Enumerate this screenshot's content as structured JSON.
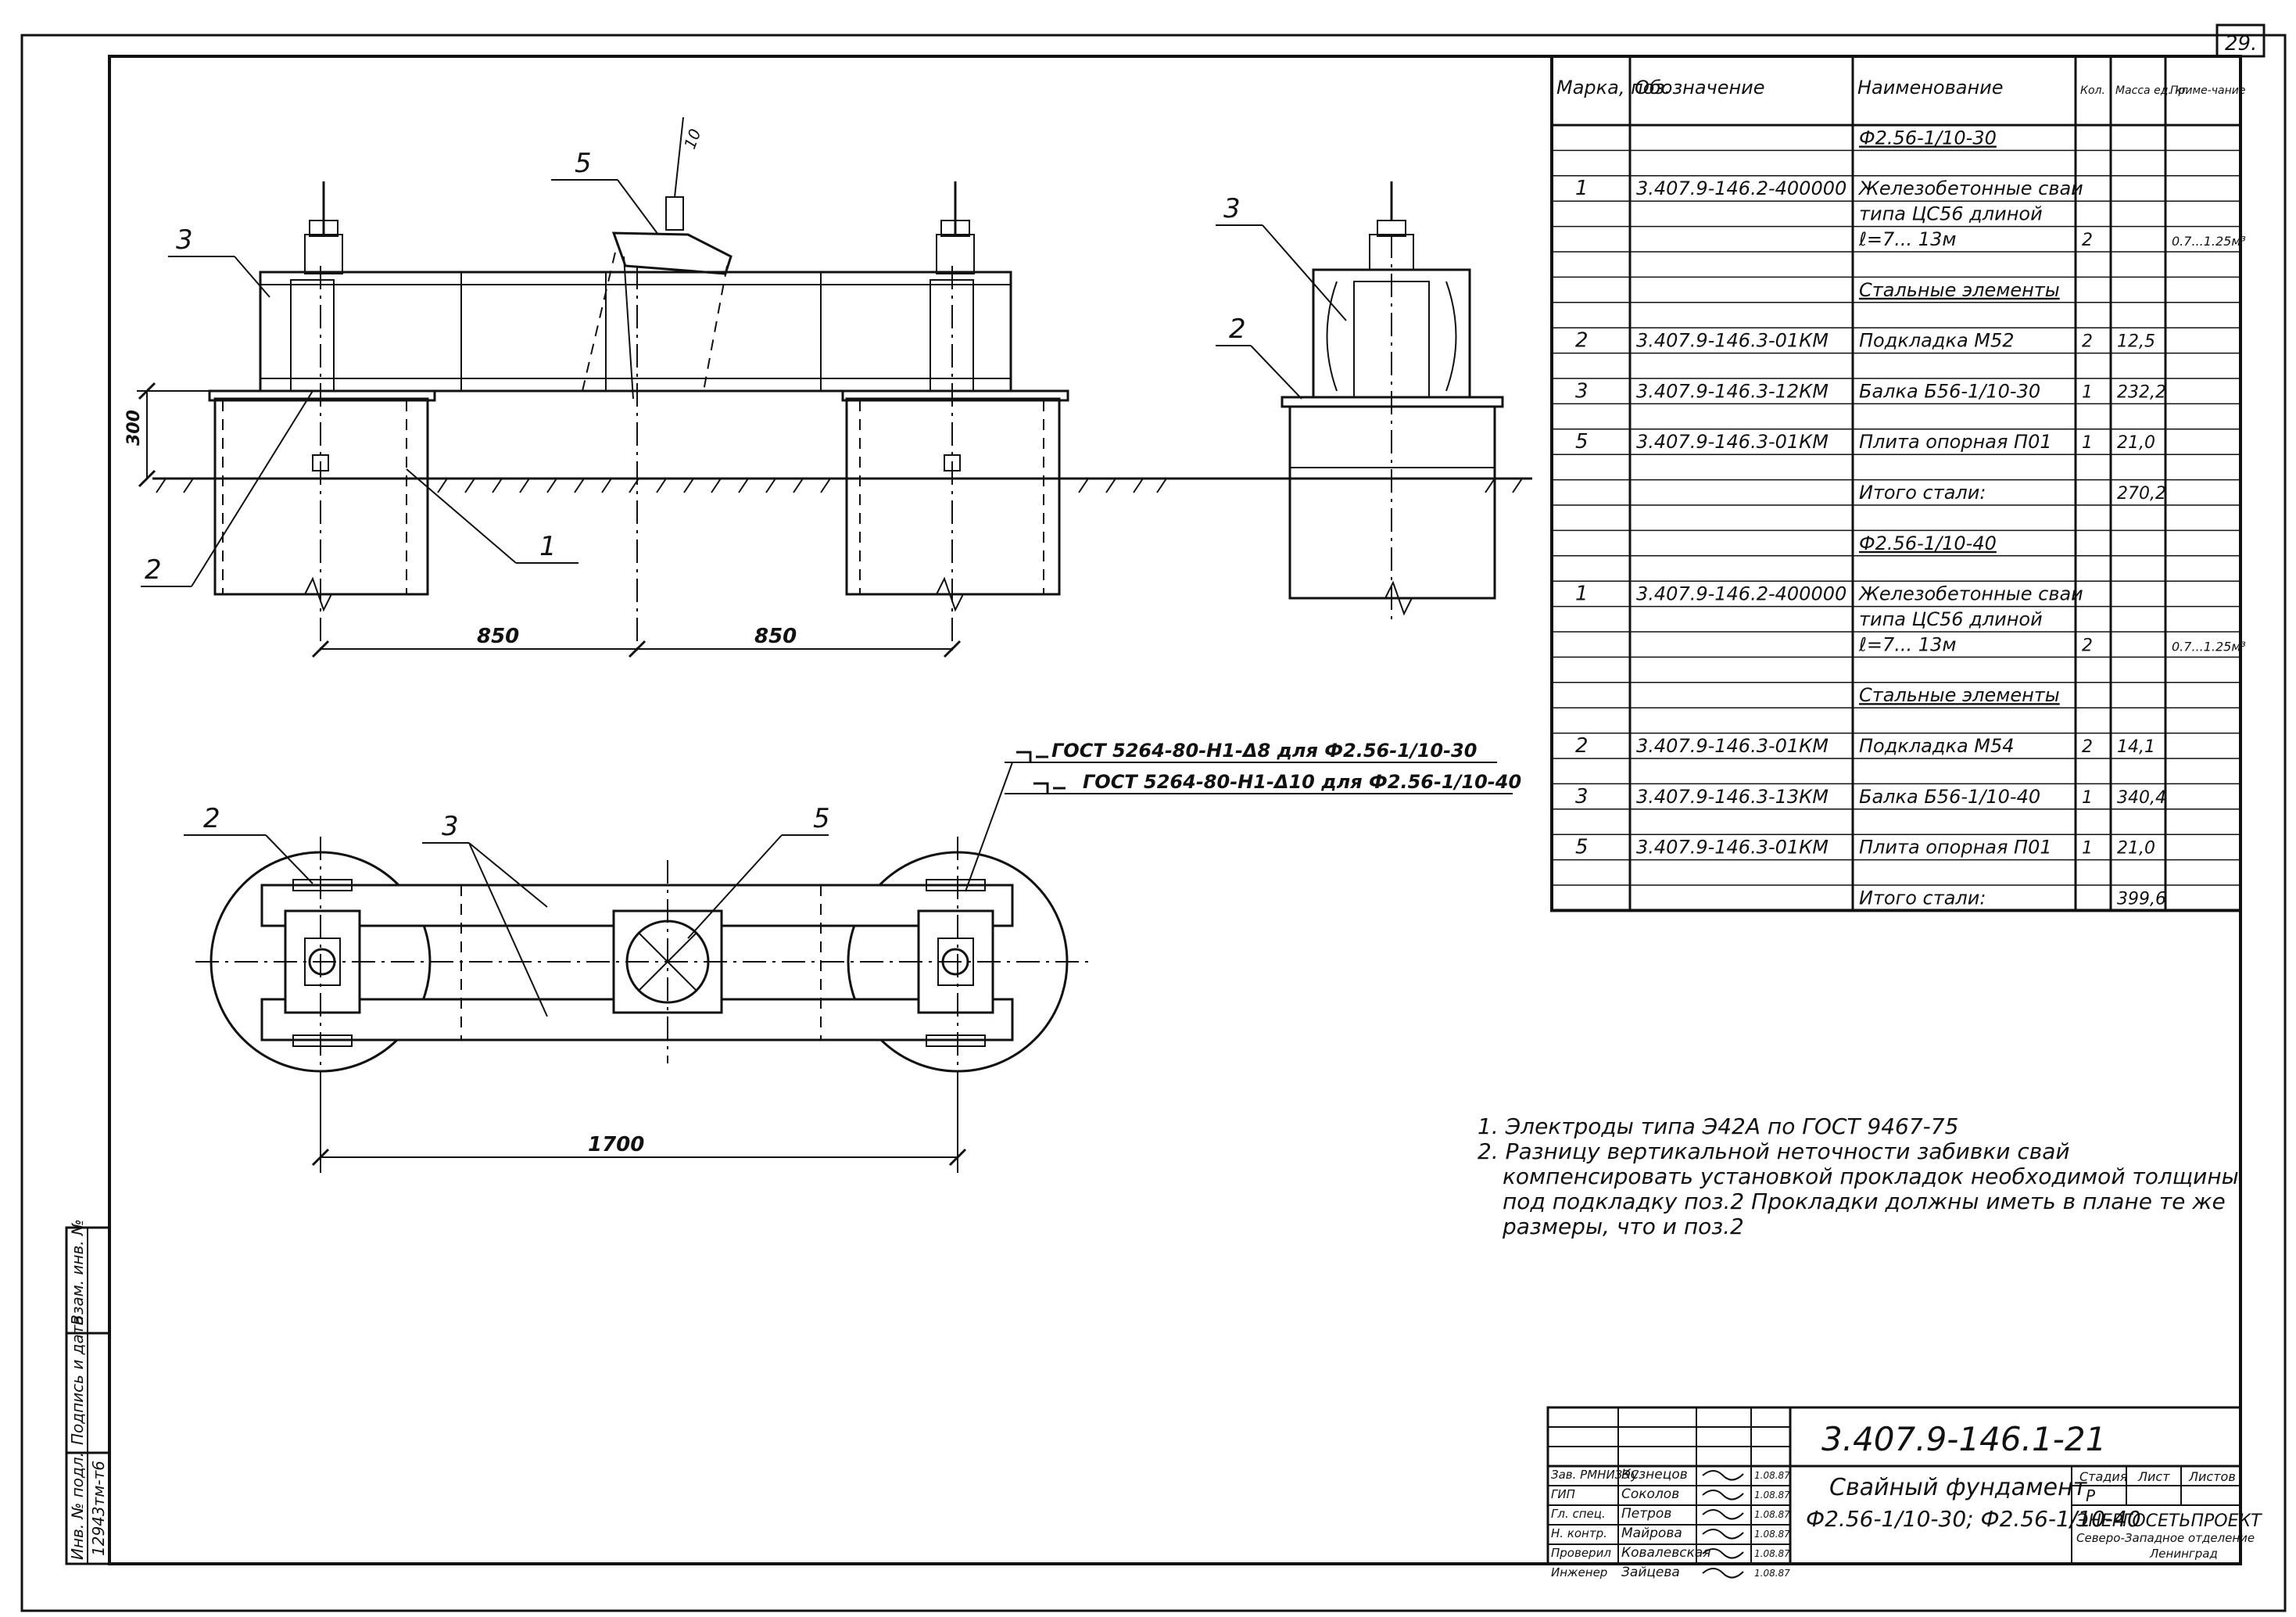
{
  "sheet": {
    "page_number": "29.",
    "designation": "3.407.9-146.1-21",
    "title_line1": "Свайный фундамент",
    "title_line2": "Ф2.56-1/10-30; Ф2.56-1/10-40",
    "stage_header": "Стадия",
    "sheet_header": "Лист",
    "sheets_header": "Листов",
    "stage": "Р",
    "organization_line1": "ЭНЕРГОСЕТЬПРОЕКТ",
    "organization_line2": "Северо-Западное отделение",
    "organization_line3": "Ленинград"
  },
  "signatures": [
    {
      "role": "Зав. РМНИЗЭС",
      "name": "Кузнецов",
      "date": "1.08.87"
    },
    {
      "role": "ГИП",
      "name": "Соколов",
      "date": "1.08.87"
    },
    {
      "role": "Гл. спец.",
      "name": "Петров",
      "date": "1.08.87"
    },
    {
      "role": "Н. контр.",
      "name": "Майрова",
      "date": "1.08.87"
    },
    {
      "role": "Проверил",
      "name": "Ковалевская",
      "date": "1.08.87"
    },
    {
      "role": "Инженер",
      "name": "Зайцева",
      "date": "1.08.87"
    }
  ],
  "side_stamp": {
    "inv_label": "Инв. № подл.",
    "inv_value": "12943тм-т6",
    "sign_label": "Подпись и дата",
    "replace_label": "Взам. инв. №"
  },
  "spec_table": {
    "headers": [
      "Марка, поз.",
      "Обозначение",
      "Наименование",
      "Кол.",
      "Масса ед. кг",
      "Приме-чание"
    ],
    "rows": [
      {
        "mark": "",
        "designation": "",
        "name": "Ф2.56-1/10-30",
        "qty": "",
        "mass": "",
        "note": "",
        "underline": true
      },
      {
        "mark": "",
        "designation": "",
        "name": "",
        "qty": "",
        "mass": "",
        "note": ""
      },
      {
        "mark": "1",
        "designation": "3.407.9-146.2-400000",
        "name": "Железобетонные сваи",
        "qty": "",
        "mass": "",
        "note": ""
      },
      {
        "mark": "",
        "designation": "",
        "name": "типа ЦС56 длиной",
        "qty": "",
        "mass": "",
        "note": ""
      },
      {
        "mark": "",
        "designation": "",
        "name": "ℓ=7... 13м",
        "qty": "2",
        "mass": "",
        "note": "0.7...1.25м³"
      },
      {
        "mark": "",
        "designation": "",
        "name": "",
        "qty": "",
        "mass": "",
        "note": ""
      },
      {
        "mark": "",
        "designation": "",
        "name": "Стальные элементы",
        "qty": "",
        "mass": "",
        "note": "",
        "underline": true
      },
      {
        "mark": "",
        "designation": "",
        "name": "",
        "qty": "",
        "mass": "",
        "note": ""
      },
      {
        "mark": "2",
        "designation": "3.407.9-146.3-01КМ",
        "name": "Подкладка М52",
        "qty": "2",
        "mass": "12,5",
        "note": ""
      },
      {
        "mark": "",
        "designation": "",
        "name": "",
        "qty": "",
        "mass": "",
        "note": ""
      },
      {
        "mark": "3",
        "designation": "3.407.9-146.3-12КМ",
        "name": "Балка Б56-1/10-30",
        "qty": "1",
        "mass": "232,2",
        "note": ""
      },
      {
        "mark": "",
        "designation": "",
        "name": "",
        "qty": "",
        "mass": "",
        "note": ""
      },
      {
        "mark": "5",
        "designation": "3.407.9-146.3-01КМ",
        "name": "Плита опорная П01",
        "qty": "1",
        "mass": "21,0",
        "note": ""
      },
      {
        "mark": "",
        "designation": "",
        "name": "",
        "qty": "",
        "mass": "",
        "note": ""
      },
      {
        "mark": "",
        "designation": "",
        "name": "Итого стали:",
        "qty": "",
        "mass": "270,2",
        "note": ""
      },
      {
        "mark": "",
        "designation": "",
        "name": "",
        "qty": "",
        "mass": "",
        "note": ""
      },
      {
        "mark": "",
        "designation": "",
        "name": "Ф2.56-1/10-40",
        "qty": "",
        "mass": "",
        "note": "",
        "underline": true
      },
      {
        "mark": "",
        "designation": "",
        "name": "",
        "qty": "",
        "mass": "",
        "note": ""
      },
      {
        "mark": "1",
        "designation": "3.407.9-146.2-400000",
        "name": "Железобетонные сваи",
        "qty": "",
        "mass": "",
        "note": ""
      },
      {
        "mark": "",
        "designation": "",
        "name": "типа ЦС56 длиной",
        "qty": "",
        "mass": "",
        "note": ""
      },
      {
        "mark": "",
        "designation": "",
        "name": "ℓ=7... 13м",
        "qty": "2",
        "mass": "",
        "note": "0.7...1.25м³"
      },
      {
        "mark": "",
        "designation": "",
        "name": "",
        "qty": "",
        "mass": "",
        "note": ""
      },
      {
        "mark": "",
        "designation": "",
        "name": "Стальные элементы",
        "qty": "",
        "mass": "",
        "note": "",
        "underline": true
      },
      {
        "mark": "",
        "designation": "",
        "name": "",
        "qty": "",
        "mass": "",
        "note": ""
      },
      {
        "mark": "2",
        "designation": "3.407.9-146.3-01КМ",
        "name": "Подкладка М54",
        "qty": "2",
        "mass": "14,1",
        "note": ""
      },
      {
        "mark": "",
        "designation": "",
        "name": "",
        "qty": "",
        "mass": "",
        "note": ""
      },
      {
        "mark": "3",
        "designation": "3.407.9-146.3-13КМ",
        "name": "Балка Б56-1/10-40",
        "qty": "1",
        "mass": "340,4",
        "note": ""
      },
      {
        "mark": "",
        "designation": "",
        "name": "",
        "qty": "",
        "mass": "",
        "note": ""
      },
      {
        "mark": "5",
        "designation": "3.407.9-146.3-01КМ",
        "name": "Плита опорная П01",
        "qty": "1",
        "mass": "21,0",
        "note": ""
      },
      {
        "mark": "",
        "designation": "",
        "name": "",
        "qty": "",
        "mass": "",
        "note": ""
      },
      {
        "mark": "",
        "designation": "",
        "name": "Итого стали:",
        "qty": "",
        "mass": "399,6",
        "note": ""
      }
    ]
  },
  "notes": [
    "1. Электроды типа Э42А по ГОСТ 9467-75",
    "2. Разницу вертикальной неточности забивки свай",
    "компенсировать установкой прокладок необходимой толщины",
    "под подкладку поз.2 Прокладки должны иметь в плане те же",
    "размеры, что и поз.2"
  ],
  "weld_notes": [
    "ГОСТ 5264-80-Н1-Δ8 для Ф2.56-1/10-30",
    "ГОСТ 5264-80-Н1-Δ10 для Ф2.56-1/10-40"
  ],
  "dimensions": {
    "pile_spacing_left": "850",
    "pile_spacing_right": "850",
    "plan_length": "1700",
    "height": "300",
    "weld_leg": "10"
  },
  "callouts": {
    "front": [
      "3",
      "5",
      "2",
      "1"
    ],
    "side": [
      "3",
      "2"
    ],
    "plan": [
      "2",
      "3",
      "5"
    ]
  }
}
